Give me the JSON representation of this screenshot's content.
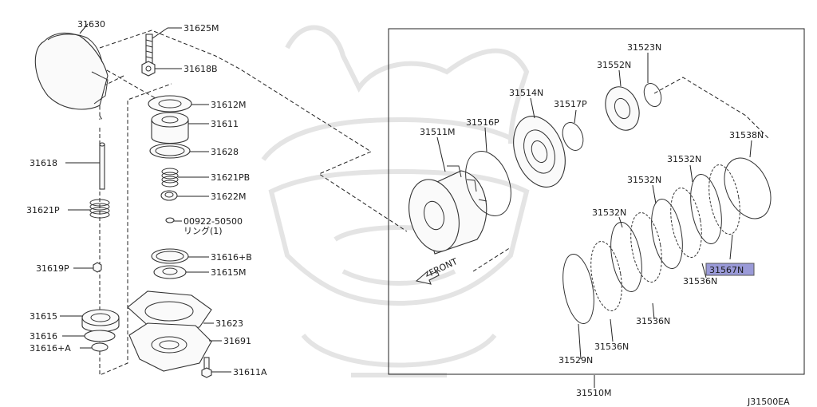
{
  "diagram_code": "J31500EA",
  "left_parts": {
    "p31630": "31630",
    "p31625M": "31625M",
    "p31618B": "31618B",
    "p31612M": "31612M",
    "p31611": "31611",
    "p31628": "31628",
    "p31618": "31618",
    "p31621PB": "31621PB",
    "p31622M": "31622M",
    "p31621P": "31621P",
    "p00922": "00922-50500",
    "ring_note": "リング(1)",
    "p31616B": "31616+B",
    "p31615M": "31615M",
    "p31619P": "31619P",
    "p31623": "31623",
    "p31615": "31615",
    "p31616": "31616",
    "p31691": "31691",
    "p31616A": "31616+A",
    "p31611A": "31611A"
  },
  "right_parts": {
    "p31523N": "31523N",
    "p31552N": "31552N",
    "p31514N": "31514N",
    "p31517P": "31517P",
    "p31511M": "31511M",
    "p31516P": "31516P",
    "p31538N": "31538N",
    "p31532N_a": "31532N",
    "p31532N_b": "31532N",
    "p31532N_c": "31532N",
    "p31567N": "31567N",
    "p31536N_a": "31536N",
    "p31536N_b": "31536N",
    "p31536N_c": "31536N",
    "p31529N": "31529N",
    "front": "FRONT",
    "assembly": "31510M"
  },
  "colors": {
    "highlight": "#9a9ad8",
    "line": "#222222",
    "watermark": "#e4e4e4"
  }
}
